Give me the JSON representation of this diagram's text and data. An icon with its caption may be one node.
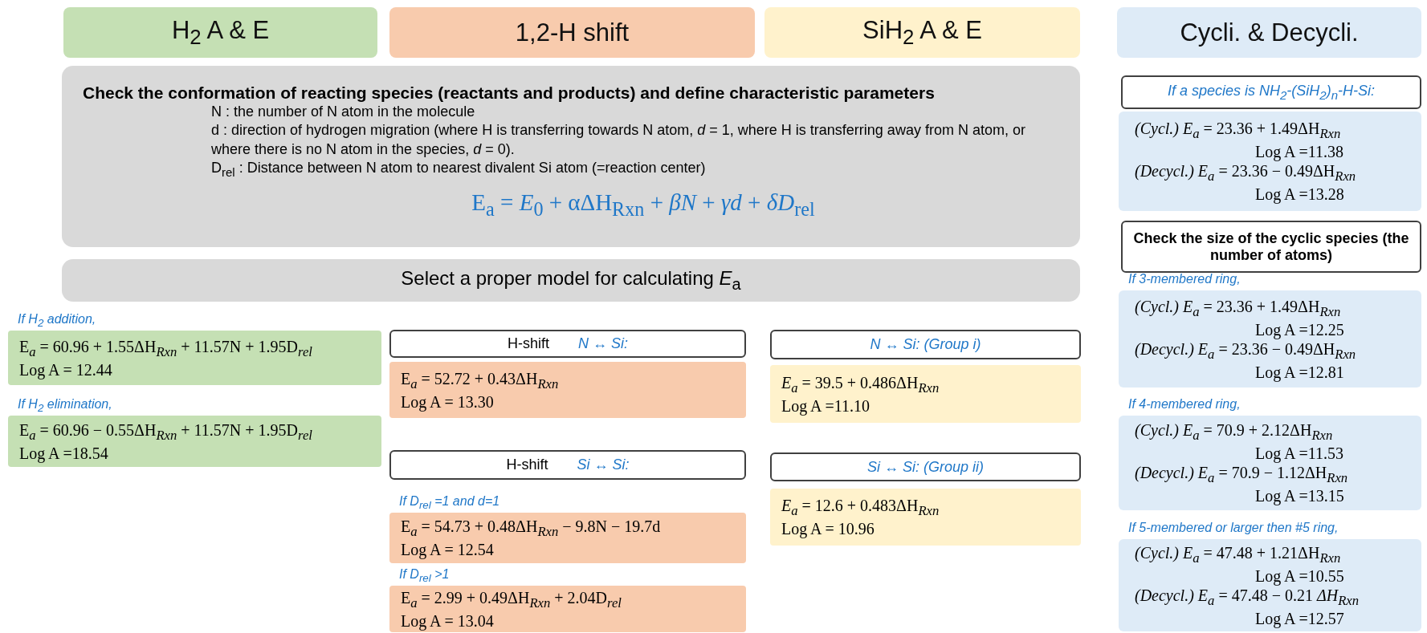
{
  "diagram": {
    "nodes": [
      {
        "text": [
          "H$_{2}$ A & E"
        ]
      },
      {
        "text": [
          "1,2-H shift"
        ]
      },
      {
        "text": [
          "SiH$_{2}$ A & E"
        ]
      },
      {
        "text": [
          "Cycli. & Decycli."
        ]
      },
      {
        "text": [
          "Check the conformation of reacting species  (reactants and products) and define characteristic parameters",
          "N : the number of N atom in the molecule",
          "d : direction of hydrogen migration (where H is transferring towards N atom, *d* = 1, where H is transferring away from N atom, or where there is no N atom in the species, *d* = 0).",
          "D$_{rel}$ : Distance between N atom to nearest divalent Si atom (=reaction center)",
          "E$_{a}$ = *E*$_{0}$ + αΔH$_{Rxn}$ + *βN* + *γd* +  *δD*$_{rel}$"
        ]
      },
      {
        "text": [
          "Select  a proper model for calculating *E*$_{a}$"
        ]
      },
      {
        "text": [
          "E$_{a}$ = 60.96 + 1.55ΔH$_{Rxn}$ + 11.57N + 1.95D$_{rel}$",
          "Log A = 12.44"
        ],
        "beside": [
          "If H$_{2}$ addition,"
        ]
      },
      {
        "text": [
          "E$_{a}$ = 60.96 − 0.55ΔH$_{Rxn}$ + 11.57N + 1.95D$_{rel}$",
          "Log A =18.54"
        ],
        "beside": [
          "If H$_{2}$ elimination,"
        ]
      },
      {
        "text": [
          "H-shift",
          "N ↔ Si:"
        ]
      },
      {
        "text": [
          "E$_{a}$ = 52.72 + 0.43ΔH$_{Rxn}$",
          "Log A = 13.30"
        ]
      },
      {
        "text": [
          "H-shift",
          "Si ↔ Si:"
        ]
      },
      {
        "text": [
          "E$_{a}$ = 54.73 + 0.48ΔH$_{Rxn}$ − 9.8N − 19.7d",
          "Log A = 12.54"
        ],
        "beside": [
          "If D$_{rel}$ =1 and d=1"
        ]
      },
      {
        "text": [
          "E$_{a}$ = 2.99 + 0.49ΔH$_{Rxn}$ + 2.04D$_{rel}$",
          "Log A = 13.04"
        ],
        "beside": [
          "If D$_{rel}$ >1"
        ]
      },
      {
        "text": [
          "N ↔ Si:  (Group i)"
        ]
      },
      {
        "text": [
          "*E*$_{a}$ = 39.5 + 0.486ΔH$_{Rxn}$",
          "Log A =11.10"
        ]
      },
      {
        "text": [
          "Si ↔ Si:  (Group ii)"
        ]
      },
      {
        "text": [
          "*E*$_{a}$ = 12.6 + 0.483ΔH$_{Rxn}$",
          "Log A = 10.96"
        ]
      },
      {
        "text": [
          "If a species is NH$_{2}$-(SiH$_{2}$)$_{n}$-H-Si:"
        ]
      },
      {
        "text": [
          "*(Cycl.) E*$_{a}$ = 23.36 + 1.49ΔH$_{Rxn}$",
          "Log A =11.38",
          "*(Decycl.) E*$_{a}$ = 23.36 − 0.49ΔH$_{Rxn}$",
          "Log A =13.28"
        ]
      },
      {
        "text": [
          "Check the size of the cyclic species (the number of atoms)"
        ]
      },
      {
        "text": [
          "*(Cycl.) E*$_{a}$ = 23.36 + 1.49ΔH$_{Rxn}$",
          "Log A =12.25",
          "*(Decycl.) E*$_{a}$ = 23.36 − 0.49ΔH$_{Rxn}$",
          "Log A =12.81"
        ],
        "beside": [
          "If 3-membered ring,"
        ]
      },
      {
        "text": [
          "*(Cycl.) E*$_{a}$ = 70.9 + 2.12ΔH$_{Rxn}$",
          "Log A =11.53",
          "*(Decycl.) E*$_{a}$ = 70.9 − 1.12ΔH$_{Rxn}$",
          "Log A =13.15"
        ],
        "beside": [
          "If 4-membered ring,"
        ]
      },
      {
        "text": [
          "*(Cycl.) E*$_{a}$ = 47.48 + 1.21ΔH$_{Rxn}$",
          "Log A =10.55",
          "*(Decycl.) E*$_{a}$ = 47.48 − 0.21 *ΔH*$_{Rxn}$",
          "Log A =12.57"
        ],
        "beside": [
          "If 5-membered  or larger then #5 ring,"
        ]
      }
    ]
  }
}
